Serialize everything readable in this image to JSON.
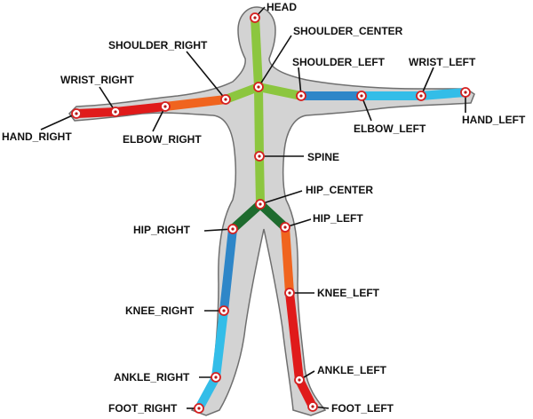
{
  "colors": {
    "body_fill": "#d3d3d3",
    "body_outline": "#6f6f6f",
    "green": "#8cc63f",
    "dark_green": "#1e6b2e",
    "red": "#e01a1a",
    "orange": "#f0641e",
    "blue": "#2e86c8",
    "light_blue": "#33bde8",
    "joint_outline": "#d62020"
  },
  "joints": {
    "head": "HEAD",
    "shoulder_center": "SHOULDER_CENTER",
    "shoulder_right": "SHOULDER_RIGHT",
    "shoulder_left": "SHOULDER_LEFT",
    "wrist_right": "WRIST_RIGHT",
    "wrist_left": "WRIST_LEFT",
    "hand_right": "HAND_RIGHT",
    "hand_left": "HAND_LEFT",
    "elbow_right": "ELBOW_RIGHT",
    "elbow_left": "ELBOW_LEFT",
    "spine": "SPINE",
    "hip_center": "HIP_CENTER",
    "hip_right": "HIP_RIGHT",
    "hip_left": "HIP_LEFT",
    "knee_right": "KNEE_RIGHT",
    "knee_left": "KNEE_LEFT",
    "ankle_right": "ANKLE_RIGHT",
    "ankle_left": "ANKLE_LEFT",
    "foot_right": "FOOT_RIGHT",
    "foot_left": "FOOT_LEFT"
  }
}
